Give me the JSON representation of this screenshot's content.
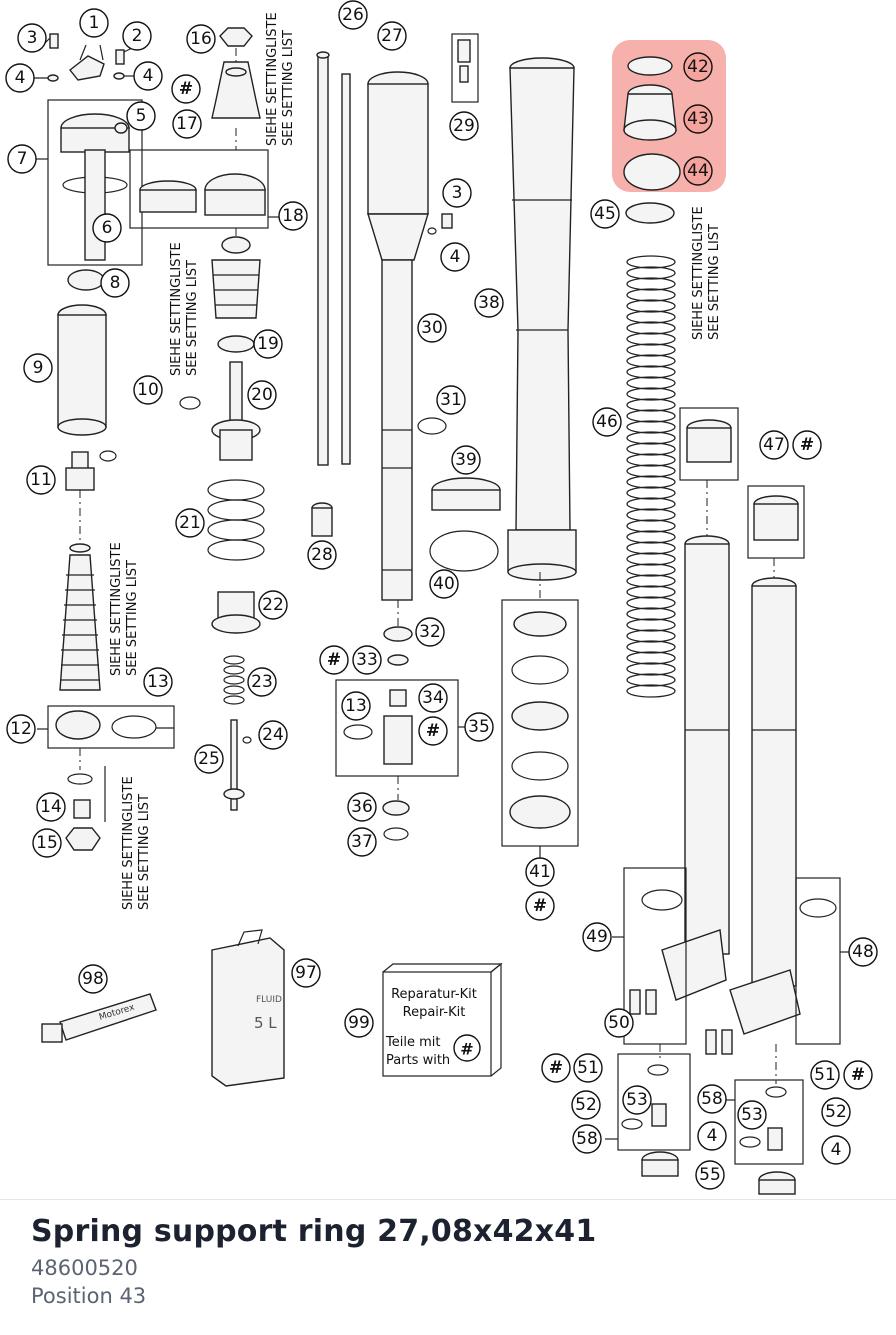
{
  "part": {
    "title": "Spring support ring 27,08x42x41",
    "number": "48600520",
    "position": "Position 43"
  },
  "highlight": {
    "position": "43",
    "color": "#f4a39d"
  },
  "diagram": {
    "setting_list_de": "SIEHE SETTINGLISTE",
    "setting_list_en": "SEE SETTING LIST",
    "kit_title_de": "Reparatur-Kit",
    "kit_title_en": "Repair-Kit",
    "kit_parts_de": "Teile mit",
    "kit_parts_en": "Parts with",
    "hash_symbol": "#",
    "oil_can_label_1": "FLUID",
    "oil_can_label_2": "5 L",
    "grease_label": "Motorex"
  },
  "callouts": [
    "1",
    "2",
    "3",
    "4",
    "5",
    "6",
    "7",
    "8",
    "9",
    "10",
    "11",
    "12",
    "13",
    "14",
    "15",
    "16",
    "17",
    "18",
    "19",
    "20",
    "21",
    "22",
    "23",
    "24",
    "25",
    "26",
    "27",
    "28",
    "29",
    "30",
    "31",
    "32",
    "33",
    "34",
    "35",
    "36",
    "37",
    "38",
    "39",
    "40",
    "41",
    "42",
    "43",
    "44",
    "45",
    "46",
    "47",
    "48",
    "49",
    "50",
    "51",
    "52",
    "53",
    "55",
    "58",
    "97",
    "98",
    "99"
  ]
}
